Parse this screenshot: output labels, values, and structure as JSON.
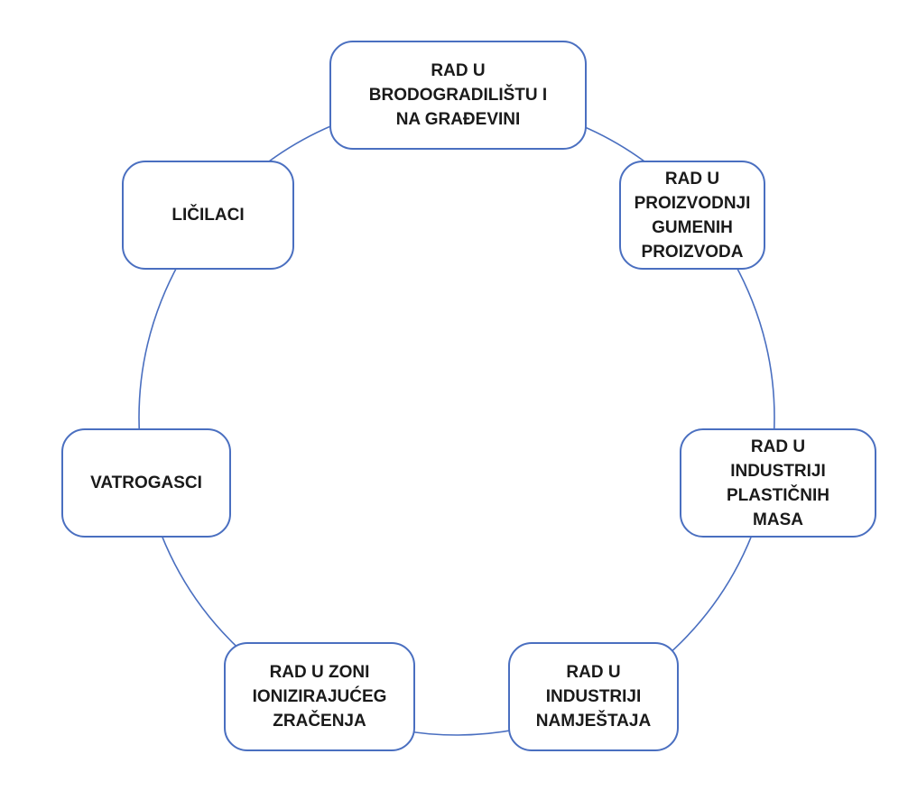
{
  "diagram": {
    "type": "cycle",
    "connector_color": "#4a6fc0",
    "border_color": "#4a6fc0",
    "nodes": [
      {
        "id": "top",
        "label": "RAD U\nBRODOGRADILIŠTU I\nNA GRAĐEVINI"
      },
      {
        "id": "rtop",
        "label": "RAD U\nPROIZVODNJI\nGUMENIH\nPROIZVODA"
      },
      {
        "id": "right",
        "label": "RAD U\nINDUSTRIJI\nPLASTIČNIH\nMASA"
      },
      {
        "id": "rbottom",
        "label": "RAD U\nINDUSTRIJI\nNAMJEŠTAJA"
      },
      {
        "id": "lbottom",
        "label": "RAD U ZONI\nIONIZIRAJUĆEG\nZRAČENJA"
      },
      {
        "id": "left",
        "label": "VATROGASCI"
      },
      {
        "id": "ltop",
        "label": "LIČILACI"
      }
    ]
  }
}
